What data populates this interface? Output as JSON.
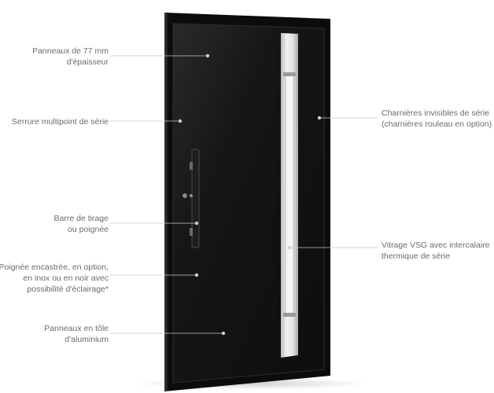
{
  "diagram": {
    "product": "door",
    "colors": {
      "door_panel": "#141414",
      "frame": "#0c0c0c",
      "glass_strip": "#e4e4e4",
      "leader_line": "#c8c8c8",
      "label_text": "#6b6b6b",
      "marker": "#cfcfcf"
    },
    "callouts": [
      {
        "id": "panel-thickness",
        "side": "left",
        "lines": [
          "Panneaux de 77 mm",
          "d'épaisseur"
        ]
      },
      {
        "id": "multipoint-lock",
        "side": "left",
        "lines": [
          "Serrure multipoint de série"
        ]
      },
      {
        "id": "pull-bar",
        "side": "left",
        "lines": [
          "Barre de tirage",
          "ou poignée"
        ]
      },
      {
        "id": "recessed-handle",
        "side": "left",
        "lines": [
          "Poignée encastrée, en option,",
          "en inox ou en noir avec",
          "possibilité d'éclairage*"
        ]
      },
      {
        "id": "aluminium-panels",
        "side": "left",
        "lines": [
          "Panneaux en tôle",
          "d'aluminium"
        ]
      },
      {
        "id": "hidden-hinges",
        "side": "right",
        "lines": [
          "Charnières invisibles de série",
          "(charnières rouleau en option)"
        ]
      },
      {
        "id": "vsg-glazing",
        "side": "right",
        "lines": [
          "Vitrage VSG avec intercalaire",
          "thermique de série"
        ]
      }
    ]
  }
}
